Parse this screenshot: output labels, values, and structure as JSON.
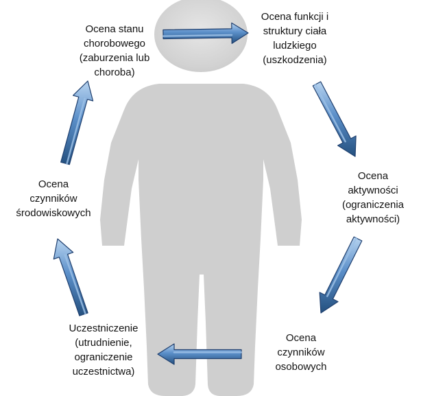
{
  "nodes": {
    "disease": "Ocena stanu\nchorobowego\n(zaburzenia lub\nchoroba)",
    "body_function": "Ocena funkcji i\nstruktury ciała\nludzkiego\n(uszkodzenia)",
    "activity": "Ocena\naktywności\n(ograniczenia\naktywności)",
    "personal_factors": "Ocena\nczynników\nosobowych",
    "participation": "Uczestniczenie\n(utrudnienie,\nograniczenie\nuczestnictwa)",
    "environmental_factors": "Ocena\nczynników\nśrodowiskowych"
  },
  "colors": {
    "figure": "#cfcfcf",
    "arrow_light": "#9cc0e6",
    "arrow_mid": "#5b8fc9",
    "arrow_dark": "#2f5f99",
    "arrow_edge": "#1f3f6e",
    "text": "#111111"
  },
  "icons": [
    "human-figure-icon",
    "cycle-arrow-icon"
  ]
}
